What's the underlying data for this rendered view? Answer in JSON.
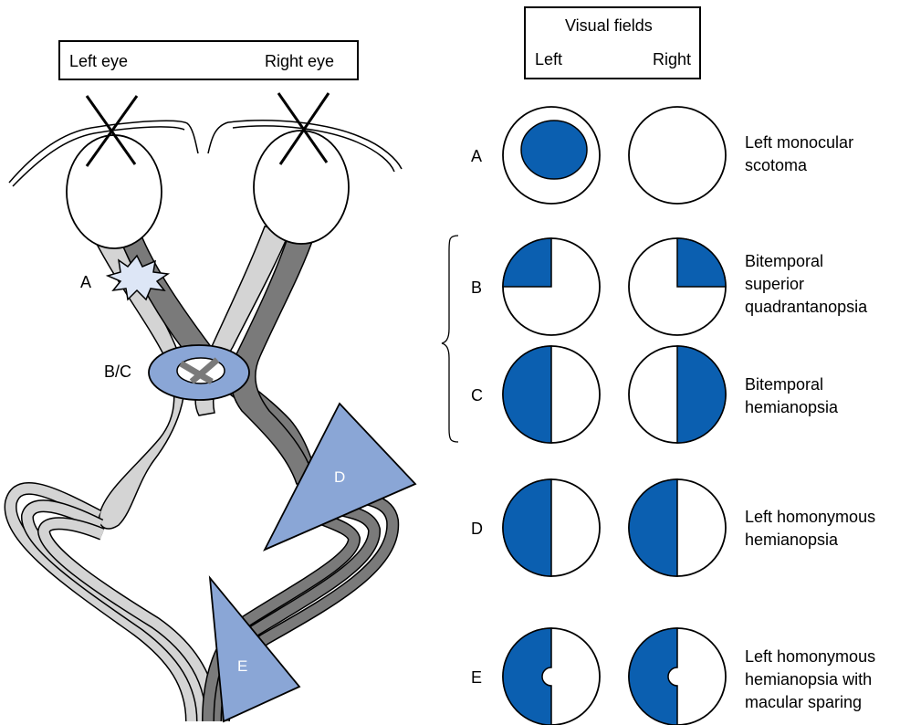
{
  "eyes_header": {
    "left": "Left eye",
    "right": "Right eye"
  },
  "fields_header": {
    "title": "Visual fields",
    "left": "Left",
    "right": "Right"
  },
  "lesion_labels": {
    "A": "A",
    "BC": "B/C",
    "D": "D",
    "E": "E"
  },
  "rows": [
    {
      "letter": "A",
      "desc": [
        "Left monocular",
        "scotoma"
      ]
    },
    {
      "letter": "B",
      "desc": [
        "Bitemporal",
        "superior",
        "quadrantanopsia"
      ]
    },
    {
      "letter": "C",
      "desc": [
        "Bitemporal",
        "hemianopsia"
      ]
    },
    {
      "letter": "D",
      "desc": [
        "Left homonymous",
        "hemianopsia"
      ]
    },
    {
      "letter": "E",
      "desc": [
        "Left homonymous",
        "hemianopsia with",
        "macular sparing"
      ]
    }
  ],
  "colors": {
    "field_fill": "#0b5fb0",
    "lesion_fill": "#8aa6d6",
    "star_fill": "#dde6f6",
    "tract_light": "#d4d4d4",
    "tract_dark": "#7a7a7a"
  }
}
